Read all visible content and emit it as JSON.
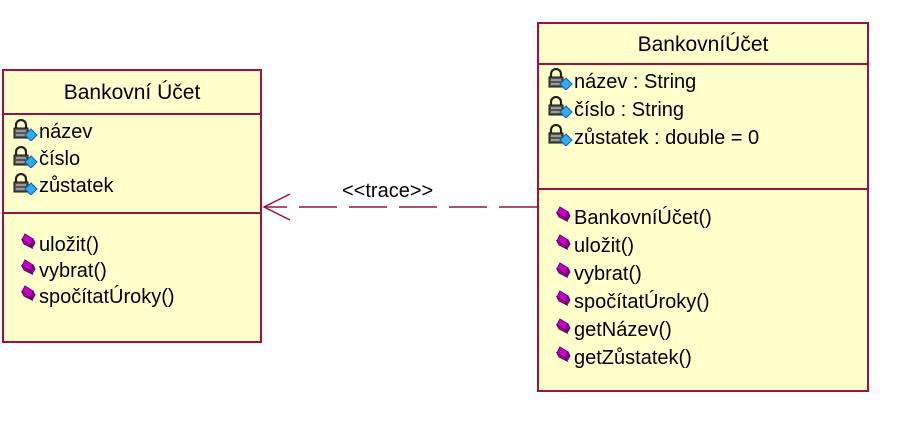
{
  "classes": {
    "left": {
      "name": "Bankovní Účet",
      "attributes": [
        "název",
        "číslo",
        "zůstatek"
      ],
      "operations": [
        "uložit()",
        "vybrat()",
        "spočítatÚroky()"
      ]
    },
    "right": {
      "name": "BankovníÚčet",
      "attributes": [
        "název : String",
        "číslo : String",
        "zůstatek : double = 0"
      ],
      "operations": [
        "BankovníÚčet()",
        "uložit()",
        "vybrat()",
        "spočítatÚroky()",
        "getNázev()",
        "getZůstatek()"
      ]
    }
  },
  "relationship": {
    "stereotype": "<<trace>>"
  },
  "icons": {
    "attribute": "private-attribute-lock-icon",
    "operation": "public-operation-diamond-icon"
  },
  "colors": {
    "class_fill": "#ffffcc",
    "class_border": "#a01040",
    "connector": "#a01040",
    "operation_icon": "#cc00cc"
  }
}
